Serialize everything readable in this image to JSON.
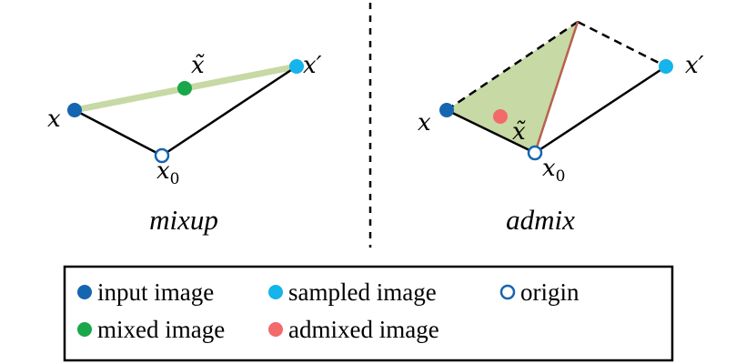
{
  "panels": {
    "mixup": {
      "caption": "mixup",
      "labels": {
        "input": "x",
        "sampled": "x′",
        "mixed": "x̃",
        "origin_base": "x",
        "origin_sub": "0"
      }
    },
    "admix": {
      "caption": "admix",
      "labels": {
        "input": "x",
        "sampled": "x′",
        "admixed": "x̃",
        "origin_base": "x",
        "origin_sub": "0"
      }
    }
  },
  "legend": {
    "input_image": "input image",
    "sampled_image": "sampled image",
    "origin": "origin",
    "mixed_image": "mixed image",
    "admixed_image": "admixed image"
  },
  "colors": {
    "input": "#1565b0",
    "sampled": "#15b4ea",
    "mixed": "#1aa64a",
    "admixed": "#f26a6a",
    "origin_stroke": "#1565b0",
    "region_fill": "#c7d9a4",
    "region_edge": "#b8614e",
    "line": "#000000"
  }
}
